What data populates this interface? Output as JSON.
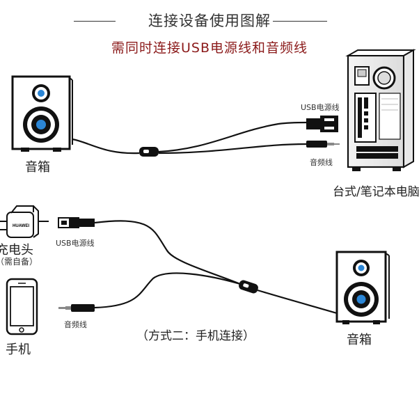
{
  "header": {
    "title": "连接设备使用图解",
    "subtitle": "需同时连接USB电源线和音频线",
    "subtitle_color": "#8b1a1a"
  },
  "method1": {
    "speaker_label": "音箱",
    "usb_cable_label": "USB电源线",
    "audio_cable_label": "音频线",
    "computer_label": "台式/笔记本电脑"
  },
  "method2": {
    "charger_label": "充电头",
    "charger_note": "（需自备）",
    "charger_brand": "HUAWEI",
    "usb_cable_label": "USB电源线",
    "phone_label": "手机",
    "audio_cable_label": "音频线",
    "method_label": "（方式二：手机连接）",
    "speaker_label": "音箱"
  },
  "colors": {
    "speaker_accent": "#2b86d6",
    "line": "#111111"
  },
  "icons": [
    "speaker-icon",
    "computer-tower-icon",
    "usb-plug-icon",
    "audio-jack-icon",
    "charger-icon",
    "phone-icon",
    "inline-switch-icon"
  ]
}
